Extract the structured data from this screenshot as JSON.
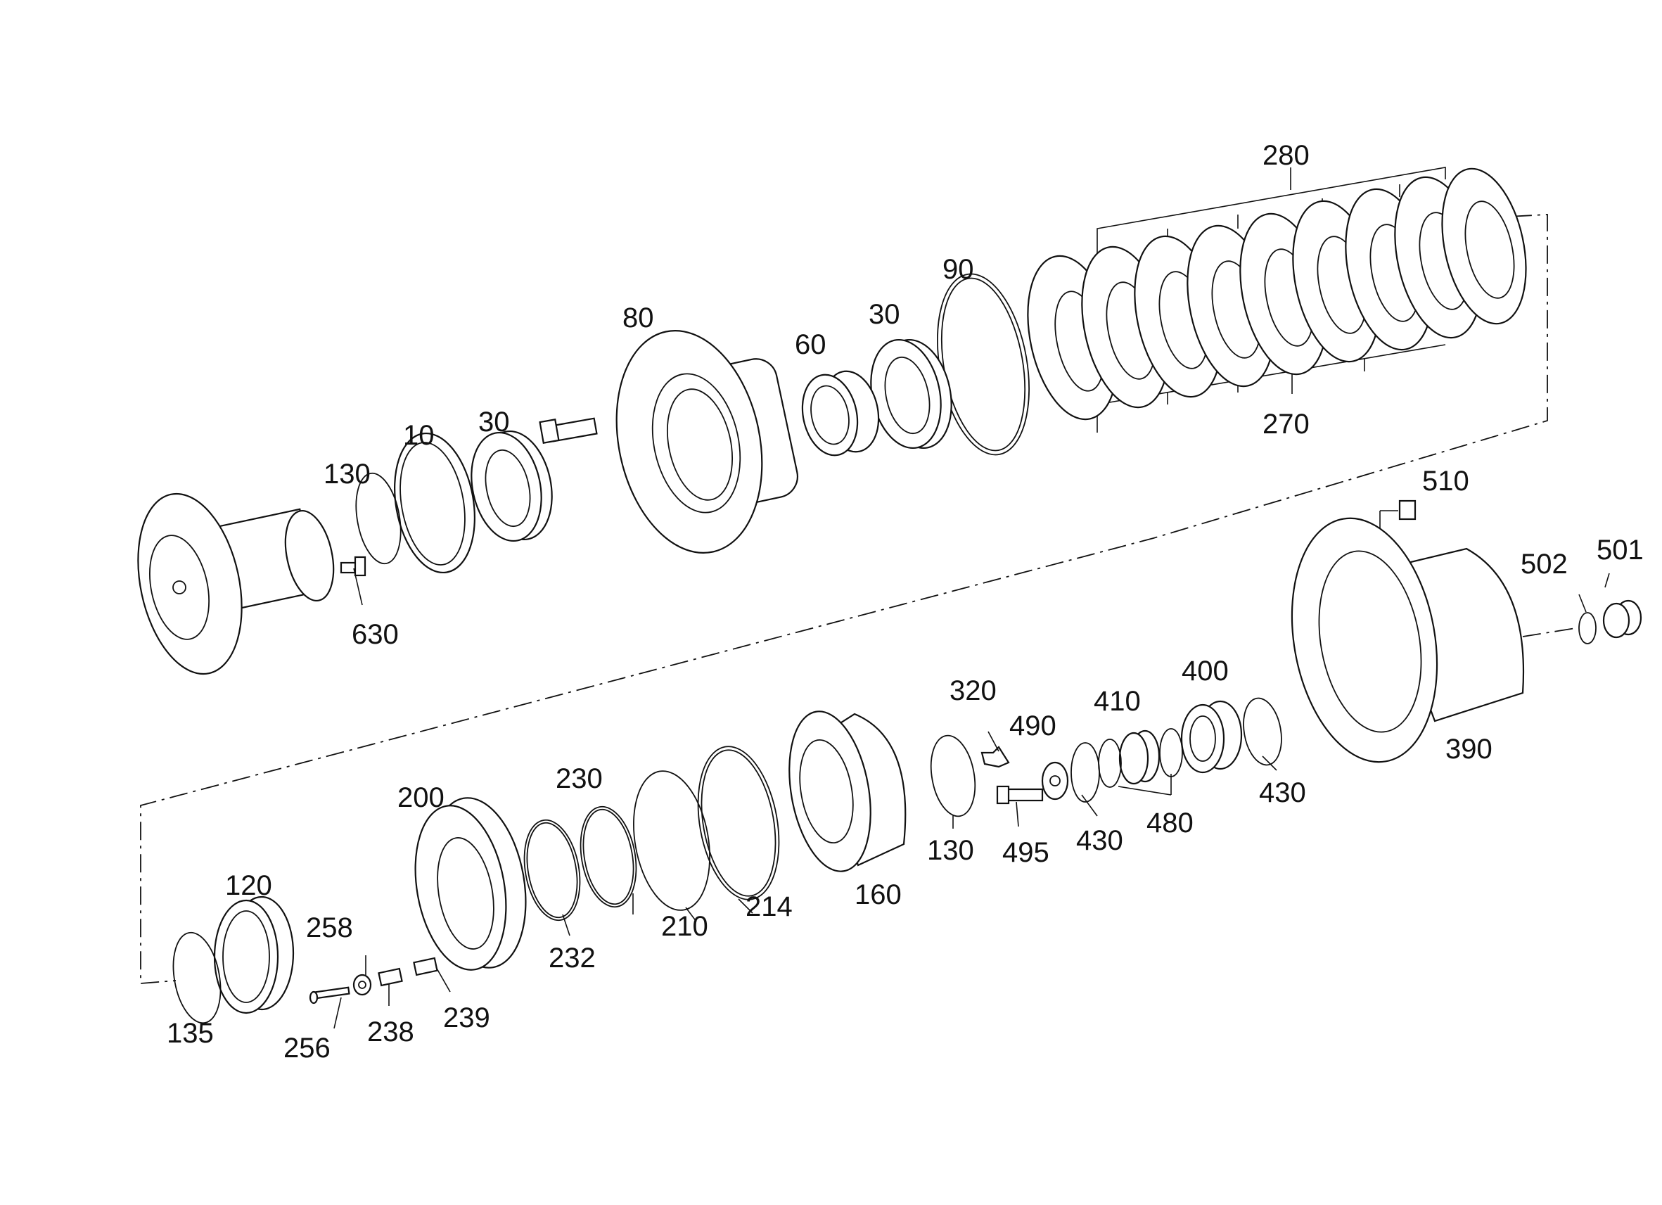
{
  "labels": {
    "l280": "280",
    "l270": "270",
    "l90": "90",
    "l80": "80",
    "l60": "60",
    "l30a": "30",
    "l30b": "30",
    "l10": "10",
    "l130a": "130",
    "l630": "630",
    "l510": "510",
    "l502": "502",
    "l501": "501",
    "l390": "390",
    "l320": "320",
    "l490": "490",
    "l410": "410",
    "l400": "400",
    "l130b": "130",
    "l495": "495",
    "l430a": "430",
    "l480": "480",
    "l430b": "430",
    "l160": "160",
    "l230": "230",
    "l214": "214",
    "l210": "210",
    "l232": "232",
    "l200": "200",
    "l120": "120",
    "l258": "258",
    "l239": "239",
    "l238": "238",
    "l256": "256",
    "l135": "135"
  }
}
